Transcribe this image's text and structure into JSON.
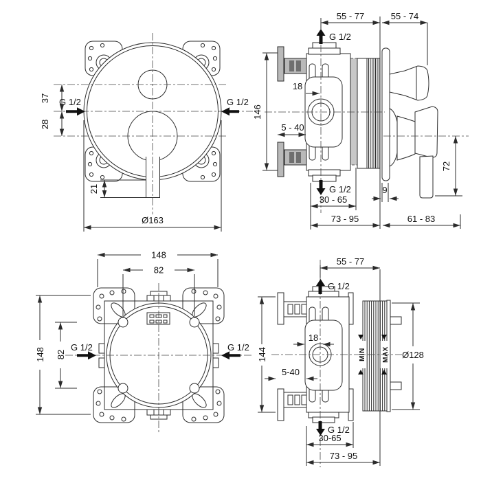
{
  "drawing": {
    "background": "#ffffff",
    "line_color": "#2b2b2b",
    "centerline_color": "#444444",
    "hatch_gray": "#b9b9b9",
    "hatch_dark_gray": "#6f6f6f",
    "sleeve_gray": "#c8c8c8",
    "views": {
      "trim_front": {
        "title": "concealed mixer trim - front view",
        "dims": {
          "offset_top": "37",
          "offset_bottom": "28",
          "inlet_left": "G 1/2",
          "inlet_right": "G 1/2",
          "lever_projection": "21",
          "plate_diameter": "Ø163"
        }
      },
      "trim_side": {
        "title": "concealed mixer trim - side view",
        "dims": {
          "depth_body": "55 - 77",
          "depth_knob": "55 - 74",
          "outlet_top": "G 1/2",
          "height": "146",
          "cartridge_offset": "18",
          "plaster_depth": "5 - 40",
          "outlet_bottom": "G 1/2",
          "rough_in_depth": "30 - 65",
          "plate_thickness": "9",
          "total_depth": "73 - 95",
          "handle_projection": "61 - 83",
          "lever_length": "72"
        }
      },
      "box_front": {
        "title": "rough-in box - front view",
        "dims": {
          "width": "148",
          "screw_spacing_h": "82",
          "height": "148",
          "screw_spacing_v": "82",
          "inlet_left": "G 1/2",
          "inlet_right": "G 1/2"
        }
      },
      "box_side": {
        "title": "rough-in box - side view",
        "dims": {
          "depth_body": "55 - 77",
          "outlet_top": "G 1/2",
          "height": "144",
          "cartridge_offset": "18",
          "plaster_depth": "5-40",
          "min_marker": "MIN",
          "max_marker": "MAX",
          "sleeve_diameter": "Ø128",
          "outlet_bottom": "G 1/2",
          "rough_in_depth": "30-65",
          "total_depth": "73 - 95"
        }
      }
    }
  }
}
